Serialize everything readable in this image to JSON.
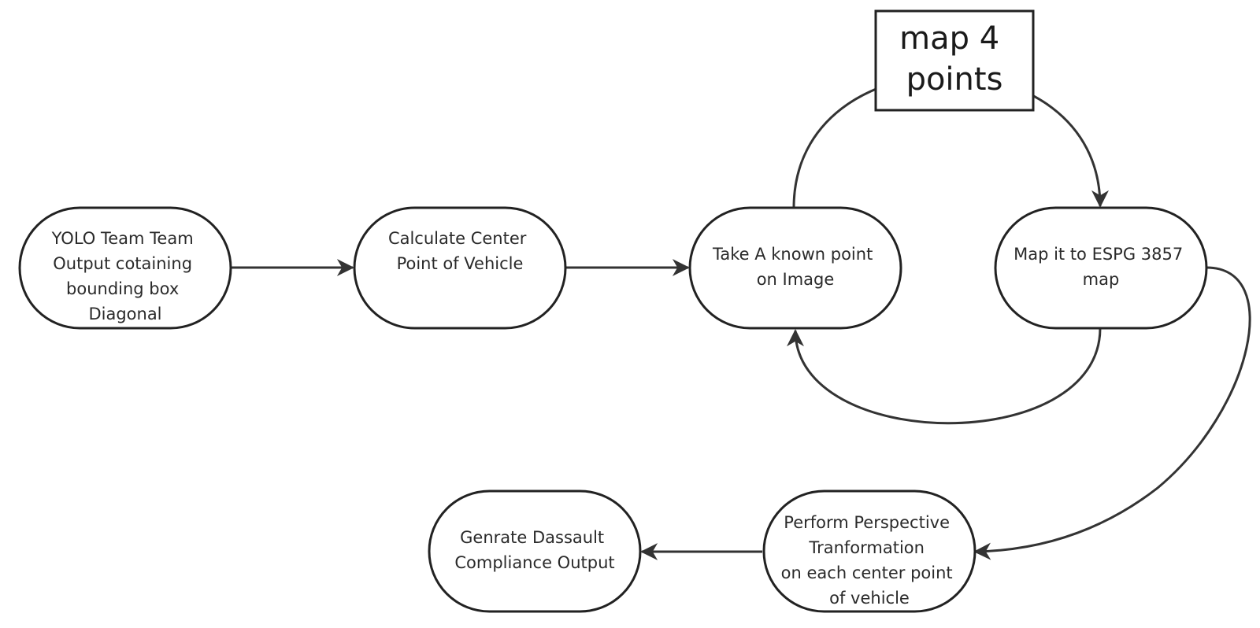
{
  "colors": {
    "stroke": "#222222",
    "text": "#2a2a2a",
    "background": "#ffffff"
  },
  "nodes": {
    "yolo": {
      "lines": [
        "YOLO Team Team",
        "Output cotaining",
        "bounding box",
        "Diagonal"
      ]
    },
    "center": {
      "lines": [
        "Calculate Center",
        "Point of Vehicle"
      ]
    },
    "known_point": {
      "lines": [
        "Take A known point",
        "on Image"
      ]
    },
    "map_espg": {
      "lines": [
        "Map it to ESPG 3857",
        "map"
      ]
    },
    "perspective": {
      "lines": [
        "Perform Perspective",
        "Tranformation",
        "on each center point",
        "of vehicle"
      ]
    },
    "output": {
      "lines": [
        "Genrate Dassault",
        "Compliance Output"
      ]
    }
  },
  "note": {
    "lines": [
      "map 4",
      "points"
    ]
  },
  "edges": [
    {
      "from": "yolo",
      "to": "center"
    },
    {
      "from": "center",
      "to": "known_point"
    },
    {
      "from": "known_point",
      "to": "map_espg"
    },
    {
      "from": "map_espg",
      "to": "known_point"
    },
    {
      "from": "map_espg",
      "to": "perspective"
    },
    {
      "from": "perspective",
      "to": "output"
    }
  ]
}
